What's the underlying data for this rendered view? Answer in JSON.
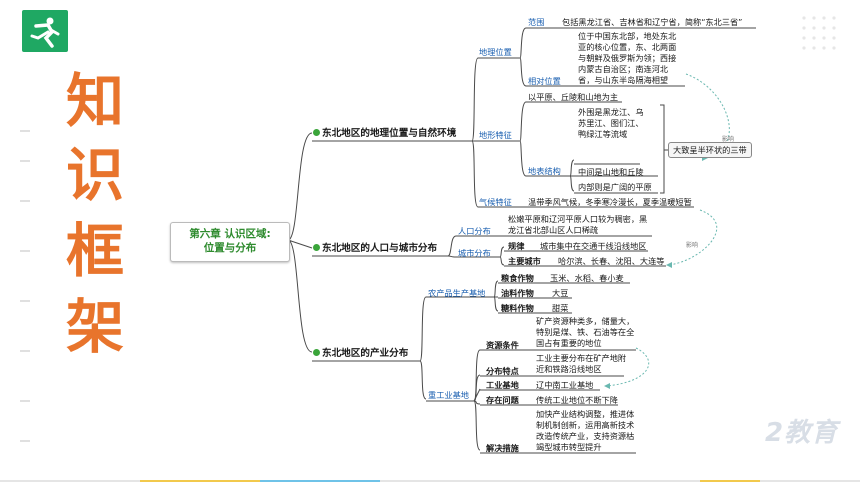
{
  "big_title": [
    "知",
    "识",
    "框",
    "架"
  ],
  "root": {
    "line1": "第六章  认识区域:",
    "line2": "位置与分布"
  },
  "sections": [
    {
      "label": "东北地区的地理位置与自然环境"
    },
    {
      "label": "东北地区的人口与城市分布"
    },
    {
      "label": "东北地区的产业分布"
    }
  ],
  "geo": {
    "location": "地理位置",
    "scope": "范围",
    "scope_text": "包括黑龙江省、吉林省和辽宁省，简称“东北三省”",
    "relative": "相对位置",
    "relative_text": "位于中国东北部，地处东北亚的核心位置，东、北两面与朝鲜及俄罗斯为领；西接内蒙古自治区；南连河北省，与山东半岛隔海相望",
    "terrain": "地形特征",
    "terrain_text": "以平原、丘陵和山地为主",
    "structure": "地表结构",
    "rivers": "外围是黑龙江、乌苏里江、图们江、鸭绿江等流域",
    "hills": "中间是山地和丘陵",
    "plains": "内部则是广阔的平原",
    "belt": "大致呈半环状的三带",
    "climate": "气候特征",
    "climate_text": "温带季风气候，冬季寒冷漫长，夏季温暖短暂",
    "effect": "影响"
  },
  "pop": {
    "population": "人口分布",
    "population_text": "松嫩平原和辽河平原人口较为稠密，黑龙江省北部山区人口稀疏",
    "city": "城市分布",
    "law": "规律",
    "law_text": "城市集中在交通干线沿线地区",
    "main_city": "主要城市",
    "main_city_text": "哈尔滨、长春、沈阳、大连等",
    "effect": "影响"
  },
  "ind": {
    "agri": "农产品生产基地",
    "grain": "粮食作物",
    "grain_text": "玉米、水稻、春小麦",
    "oil": "油料作物",
    "oil_text": "大豆",
    "sugar": "糖料作物",
    "sugar_text": "甜菜",
    "heavy": "重工业基地",
    "resource": "资源条件",
    "resource_text": "矿产资源种类多，储量大，特别是煤、铁、石油等在全国占有重要的地位",
    "feature": "分布特点",
    "feature_text": "工业主要分布在矿产地附近和铁路沿线地区",
    "base": "工业基地",
    "base_text": "辽中南工业基地",
    "problem": "存在问题",
    "problem_text": "传统工业地位不断下降",
    "measure": "解决措施",
    "measure_text": "加快产业结构调整，推进体制机制创新，运用高新技术改造传统产业，支持资源枯竭型城市转型提升"
  },
  "watermark": "2教育",
  "colors": {
    "accent": "#e8742c",
    "green": "#1fa863",
    "branch": "#3aa53a",
    "link": "#1a5fb0",
    "curve": "#6ab8b0"
  }
}
